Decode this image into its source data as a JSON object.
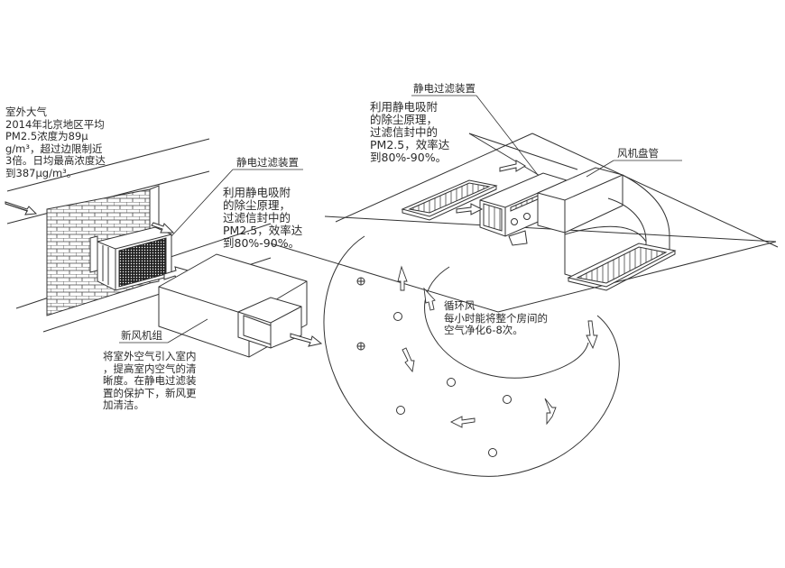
{
  "left": {
    "outdoor": {
      "title": "室外大气",
      "lines": [
        "2014年北京地区平均",
        "PM2.5浓度为89μ",
        "g/m³，超过边限制近",
        "3倍。日均最高浓度达",
        "到387μg/m³。"
      ]
    },
    "filter_title": "静电过滤装置",
    "filter_desc": [
      "利用静电吸附",
      "的除尘原理，",
      "过滤信封中的",
      "PM2.5，效率达",
      "到80%-90%。"
    ],
    "unit_title": "新风机组",
    "unit_desc": [
      "将室外空气引入室内",
      "，提高室内空气的清",
      "晰度。在静电过滤装",
      "置的保护下，新风更",
      "加清洁。"
    ]
  },
  "right": {
    "filter_title": "静电过滤装置",
    "filter_desc": [
      "利用静电吸附",
      "的除尘原理，",
      "过滤信封中的",
      "PM2.5，效率达",
      "到80%-90%。"
    ],
    "coil_title": "风机盘管",
    "circulation": {
      "title": "循环风",
      "lines": [
        "每小时能将整个房间的",
        "空气净化6-8次。"
      ]
    }
  },
  "colors": {
    "line": "#333333",
    "text": "#2a2a2a",
    "background": "#ffffff"
  }
}
